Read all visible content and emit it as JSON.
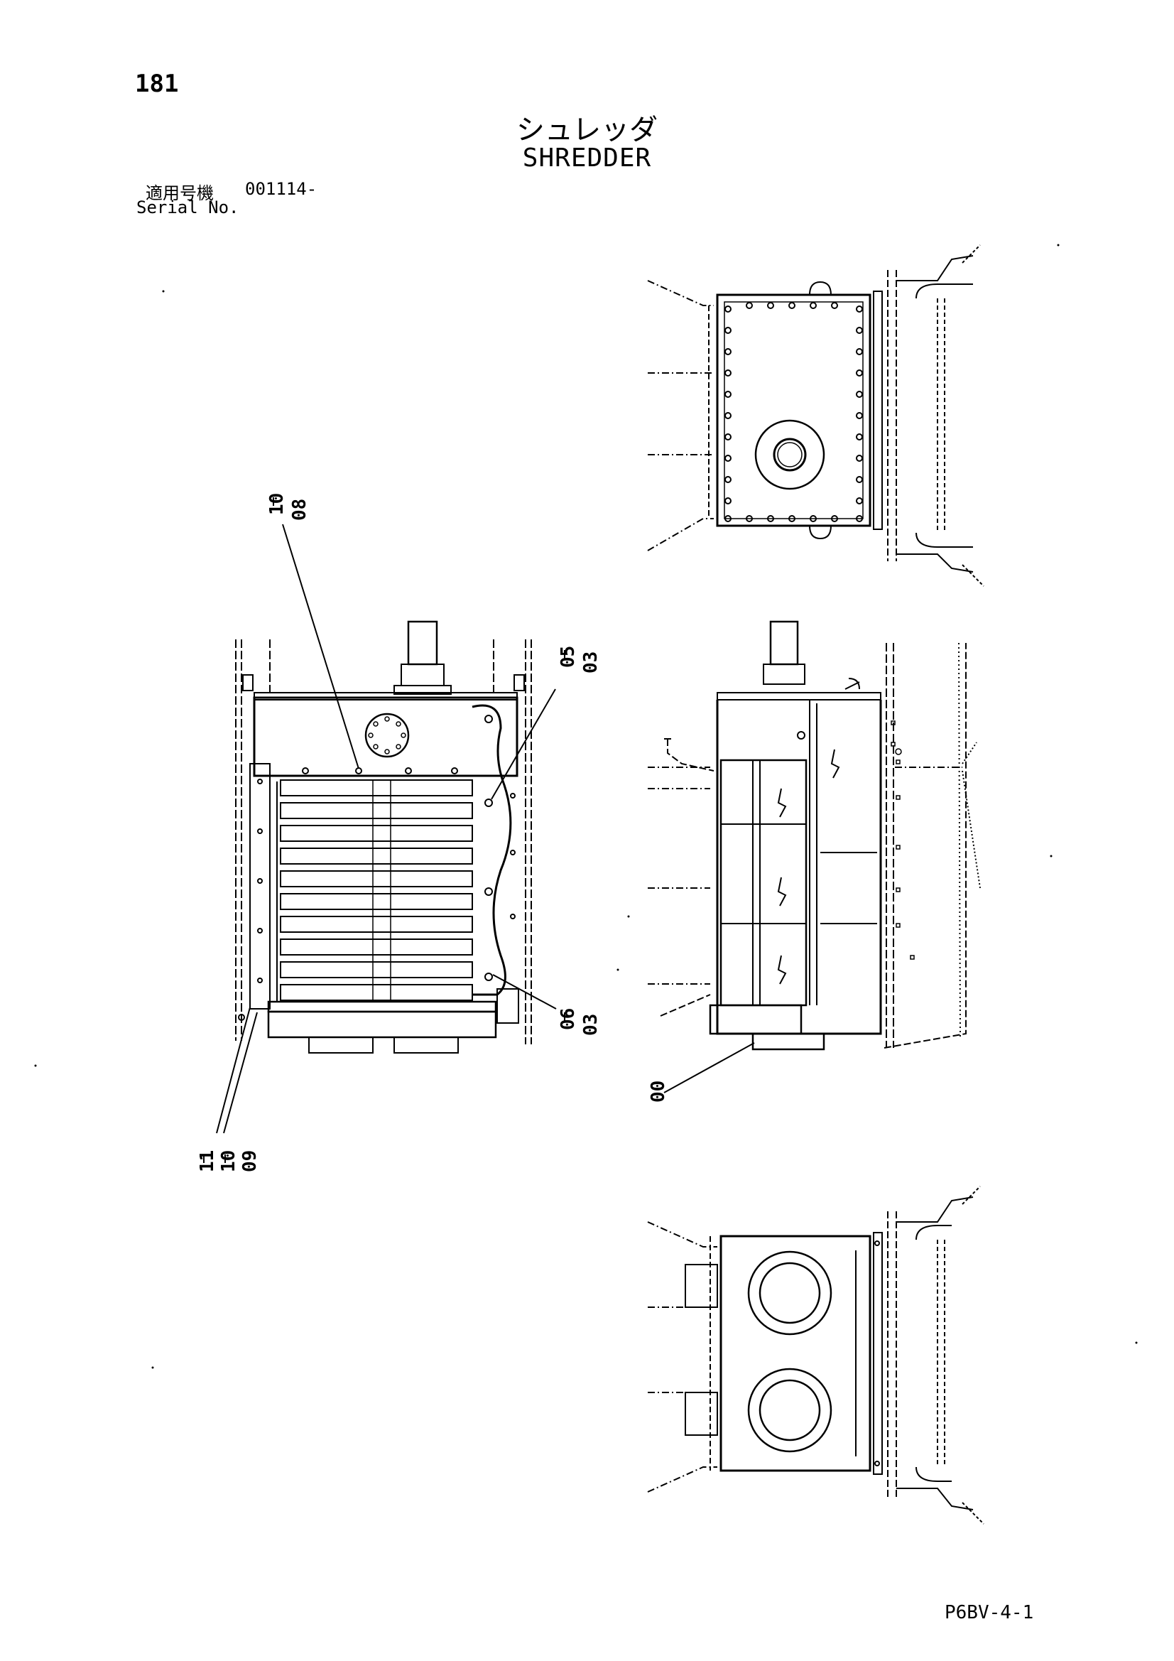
{
  "page": {
    "number": "181",
    "title_jp": "シュレッダ",
    "title_en": "SHREDDER",
    "serial_label_jp": "適用号機",
    "serial_value": "001114-",
    "serial_label_en": "Serial No.",
    "drawing_code": "P6BV-4-1"
  },
  "callouts": [
    {
      "id": "c1",
      "lines": [
        "10",
        "08"
      ]
    },
    {
      "id": "c2",
      "lines": [
        "05",
        "03"
      ]
    },
    {
      "id": "c3",
      "lines": [
        "06",
        "03"
      ]
    },
    {
      "id": "c4",
      "lines": [
        "00"
      ]
    },
    {
      "id": "c5",
      "lines": [
        "11",
        "10",
        "09"
      ]
    }
  ],
  "colors": {
    "ink": "#000000",
    "paper": "#ffffff"
  }
}
